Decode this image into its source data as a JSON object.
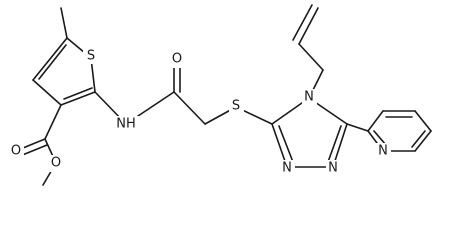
{
  "molecule": {
    "atoms": {
      "S_thio": "S",
      "NH": "NH",
      "O_amide": "O",
      "S_link": "S",
      "N4": "N",
      "N1": "N",
      "N2": "N",
      "N_pyr": "N",
      "O_carbonyl": "O",
      "O_ester": "O"
    }
  }
}
